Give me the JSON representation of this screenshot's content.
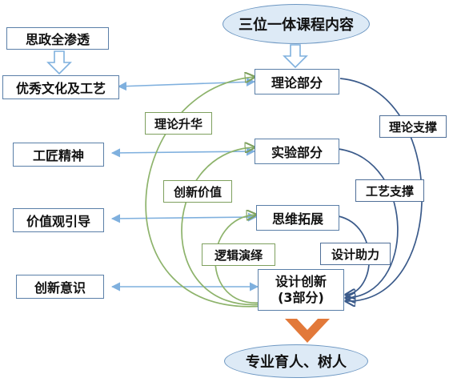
{
  "top": {
    "title": "三位一体课程内容"
  },
  "bottom": {
    "title": "专业育人、树人"
  },
  "left": {
    "sizheng": "思政全渗透",
    "culture": "优秀文化及工艺",
    "craftsman": "工匠精神",
    "values": "价值观引导",
    "innovation": "创新意识"
  },
  "center": {
    "theory": "理论部分",
    "experiment": "实验部分",
    "thinking": "思维拓展",
    "design_line1": "设计创新",
    "design_line2": "(3部分)"
  },
  "green_tags": {
    "theory_upgrade": "理论升华",
    "innovation_value": "创新价值",
    "logic": "逻辑演绎"
  },
  "blue_tags": {
    "theory_support": "理论支撑",
    "craft_support": "工艺支撑",
    "design_assist": "设计助力"
  },
  "colors": {
    "blue_box_border": "#5a7fa8",
    "ellipse_fill": "#ddeaf6",
    "light_blue_arrow": "#7fb0de",
    "green_arrow": "#8db36b",
    "dark_blue_arrow": "#3a5a8a",
    "orange_chevron": "#e2793a"
  }
}
